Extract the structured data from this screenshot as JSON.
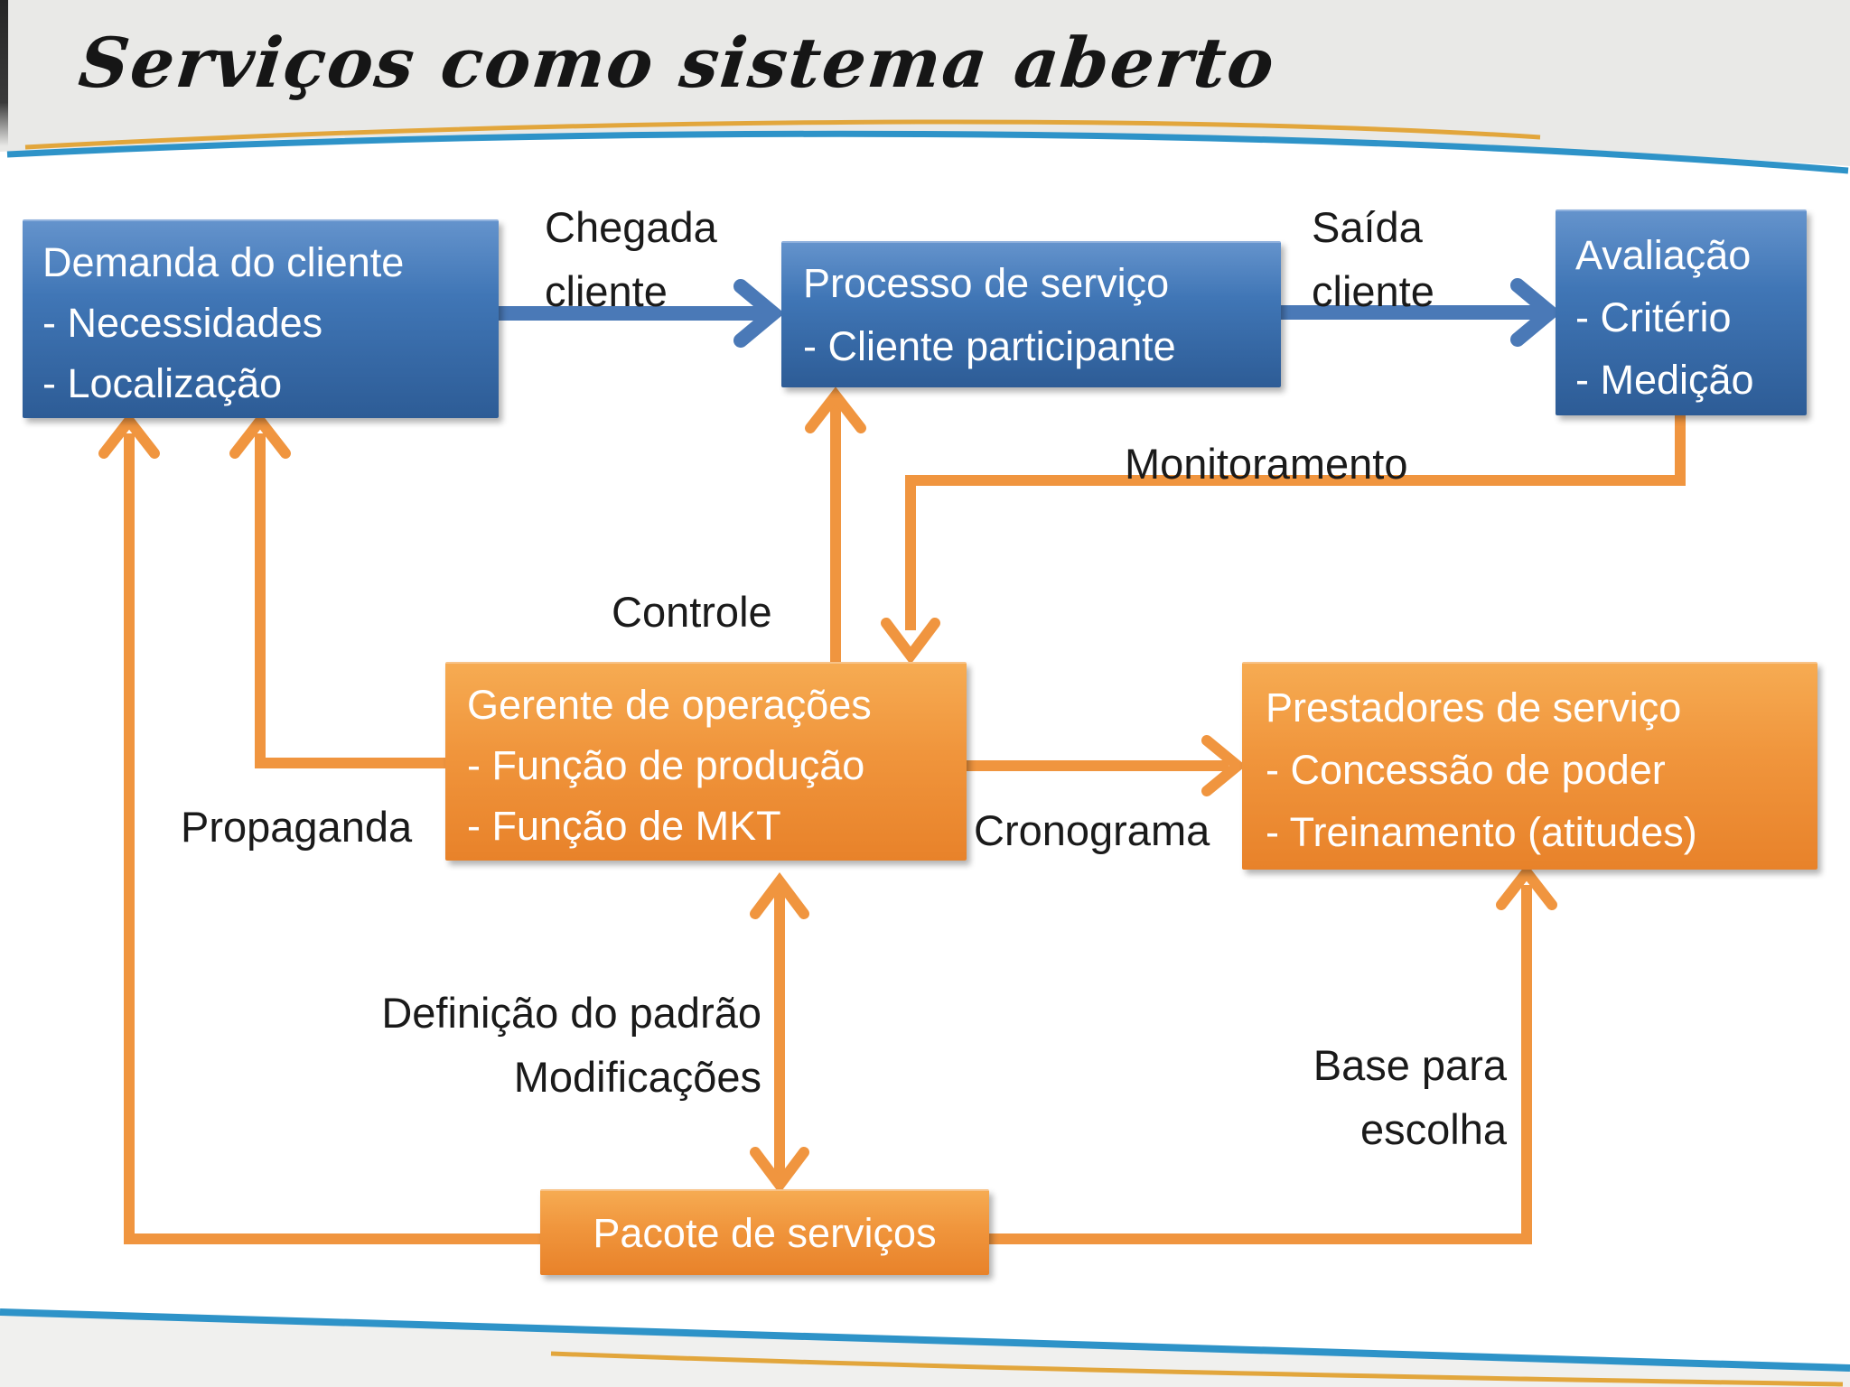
{
  "slide_title": "Serviços como sistema aberto",
  "boxes": {
    "demanda": {
      "lines": [
        "Demanda do cliente",
        "- Necessidades",
        "- Localização"
      ]
    },
    "processo": {
      "lines": [
        "Processo de serviço",
        "- Cliente participante"
      ]
    },
    "avaliacao": {
      "lines": [
        "Avaliação",
        "- Critério",
        "- Medição"
      ]
    },
    "gerente": {
      "lines": [
        "Gerente de operações",
        "- Função de produção",
        "- Função de MKT"
      ]
    },
    "prestadores": {
      "lines": [
        "Prestadores de serviço",
        "- Concessão de poder",
        "- Treinamento (atitudes)"
      ]
    },
    "pacote": {
      "lines": [
        "Pacote de serviços"
      ]
    }
  },
  "arrow_labels": {
    "chegada": {
      "lines": [
        "Chegada",
        "cliente"
      ]
    },
    "saida": {
      "lines": [
        "Saída",
        "cliente"
      ]
    },
    "monitoramento": "Monitoramento",
    "controle": "Controle",
    "propaganda": "Propaganda",
    "cronograma": "Cronograma",
    "definicao": {
      "lines": [
        "Definição do padrão",
        "Modificações"
      ]
    },
    "base_escolha": {
      "lines": [
        "Base para",
        "escolha"
      ]
    }
  },
  "colors": {
    "title_text": "#161616",
    "label_text": "#1a1a1a",
    "box_text": "#ffffff",
    "blue_box_mid": "#3d72b2",
    "orange_box_mid": "#ef943b",
    "arrow_blue": "#4a79b7",
    "arrow_orange": "#f0953f",
    "swoosh_gold": "#e2a63c",
    "swoosh_blue": "#2e93c8",
    "header_band": "#e9e9e7",
    "footer_band": "#f0f0ee"
  }
}
